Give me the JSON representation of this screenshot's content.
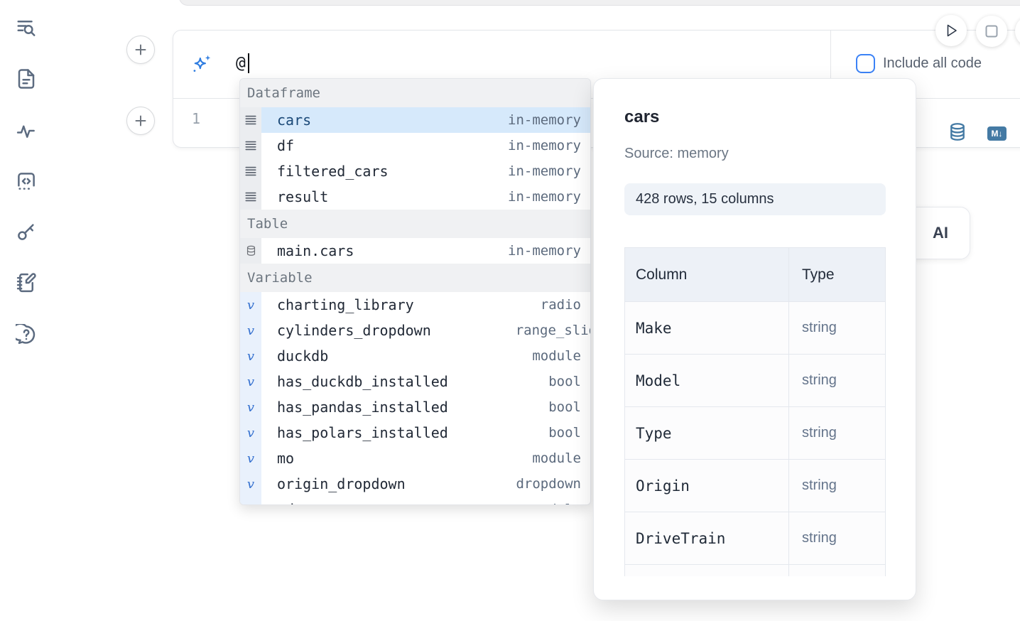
{
  "colors": {
    "accent_blue": "#3b82f6",
    "panel_icon_blue": "#447aa4",
    "selection_bg": "#d6e9fb"
  },
  "sidebar": {
    "items": [
      {
        "icon": "toc-search-icon"
      },
      {
        "icon": "file-text-icon"
      },
      {
        "icon": "activity-icon"
      },
      {
        "icon": "code-snippet-icon"
      },
      {
        "icon": "key-icon"
      },
      {
        "icon": "scratchpad-icon"
      },
      {
        "icon": "help-chat-icon"
      }
    ]
  },
  "ai_prompt": {
    "value": "@",
    "include_all_code_label": "Include all code"
  },
  "cell": {
    "line_number": "1"
  },
  "icons": {
    "variable_glyph": "v",
    "markdown_badge": "M↓"
  },
  "ai_button": {
    "label": "AI"
  },
  "autocomplete": {
    "sections": [
      {
        "label": "Dataframe",
        "items": [
          {
            "name": "cars",
            "detail": "in-memory"
          },
          {
            "name": "df",
            "detail": "in-memory"
          },
          {
            "name": "filtered_cars",
            "detail": "in-memory"
          },
          {
            "name": "result",
            "detail": "in-memory"
          }
        ]
      },
      {
        "label": "Table",
        "items": [
          {
            "name": "main.cars",
            "detail": "in-memory"
          }
        ]
      },
      {
        "label": "Variable",
        "items": [
          {
            "name": "charting_library",
            "detail": "radio"
          },
          {
            "name": "cylinders_dropdown",
            "detail": "range_slider"
          },
          {
            "name": "duckdb",
            "detail": "module"
          },
          {
            "name": "has_duckdb_installed",
            "detail": "bool"
          },
          {
            "name": "has_pandas_installed",
            "detail": "bool"
          },
          {
            "name": "has_polars_installed",
            "detail": "bool"
          },
          {
            "name": "mo",
            "detail": "module"
          },
          {
            "name": "origin_dropdown",
            "detail": "dropdown"
          },
          {
            "name": "pd",
            "detail": "module"
          }
        ]
      }
    ]
  },
  "preview": {
    "title": "cars",
    "source_label": "Source: memory",
    "shape_badge": "428 rows, 15 columns",
    "table": {
      "headers": [
        "Column",
        "Type"
      ],
      "rows": [
        [
          "Make",
          "string"
        ],
        [
          "Model",
          "string"
        ],
        [
          "Type",
          "string"
        ],
        [
          "Origin",
          "string"
        ],
        [
          "DriveTrain",
          "string"
        ]
      ]
    }
  }
}
